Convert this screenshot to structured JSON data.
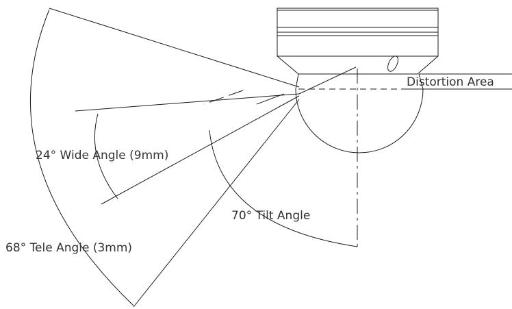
{
  "labels": {
    "distortion_area": "Distortion Area",
    "wide_angle": "24° Wide Angle (9mm)",
    "tilt_angle": "70° Tilt Angle",
    "tele_angle": "68° Tele Angle (3mm)"
  },
  "colors": {
    "line": "#1a1a1a",
    "text": "#333333",
    "background": "#ffffff"
  }
}
